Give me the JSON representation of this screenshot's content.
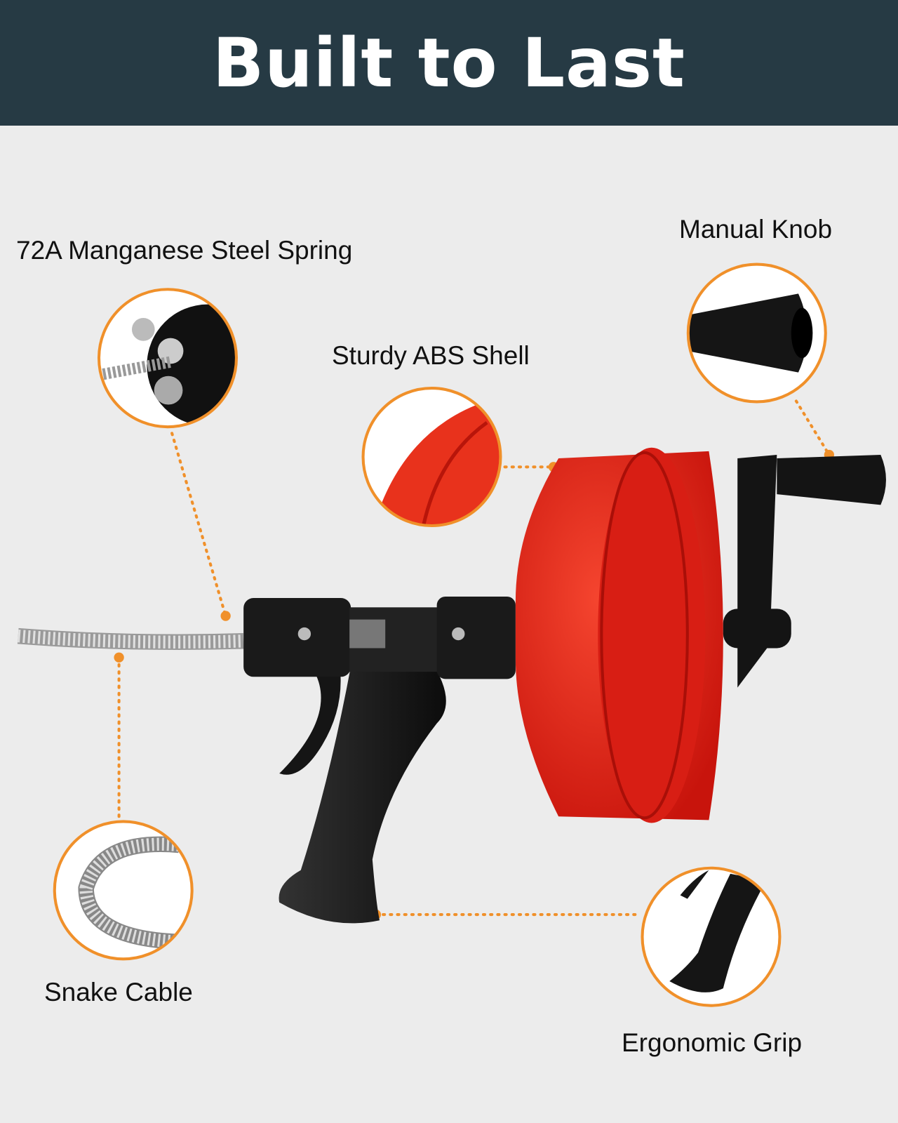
{
  "header": {
    "title": "Built to Last"
  },
  "features": [
    {
      "label": "72A Manganese Steel Spring",
      "icon": "spring-closeup"
    },
    {
      "label": "Manual Knob",
      "icon": "knob-closeup"
    },
    {
      "label": "Sturdy ABS Shell",
      "icon": "shell-closeup"
    },
    {
      "label": "Snake Cable",
      "icon": "cable-closeup"
    },
    {
      "label": "Ergonomic Grip",
      "icon": "grip-closeup"
    }
  ],
  "colors": {
    "header_bg": "#263a44",
    "accent": "#f0902a",
    "drum": "#e8261a",
    "background": "#ececec"
  }
}
